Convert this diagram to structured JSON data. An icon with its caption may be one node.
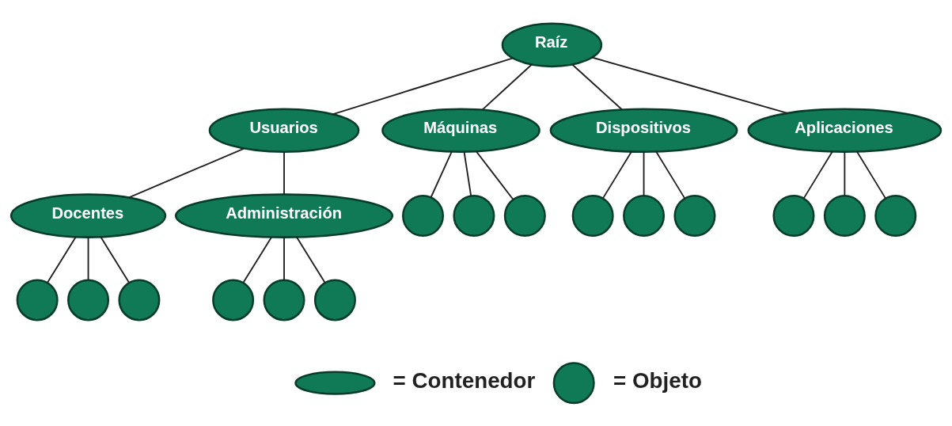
{
  "diagram": {
    "nodes": [
      {
        "text": [
          "Raíz"
        ]
      },
      {
        "text": [
          "Usuarios"
        ]
      },
      {
        "text": [
          "Máquinas"
        ]
      },
      {
        "text": [
          "Dispositivos"
        ]
      },
      {
        "text": [
          "Aplicaciones"
        ]
      },
      {
        "text": [],
        "shape": "circle"
      },
      {
        "text": [],
        "shape": "circle"
      },
      {
        "text": [],
        "shape": "circle"
      },
      {
        "text": [],
        "shape": "circle"
      },
      {
        "text": [],
        "shape": "circle"
      },
      {
        "text": [],
        "shape": "circle"
      },
      {
        "text": [],
        "shape": "circle"
      },
      {
        "text": [],
        "shape": "circle"
      },
      {
        "text": [],
        "shape": "circle"
      },
      {
        "text": [
          "Docentes"
        ]
      },
      {
        "text": [
          "Administración"
        ]
      },
      {
        "text": [],
        "shape": "circle"
      },
      {
        "text": [],
        "shape": "circle"
      },
      {
        "text": [],
        "shape": "circle"
      },
      {
        "text": [],
        "shape": "circle"
      },
      {
        "text": [],
        "shape": "circle"
      },
      {
        "text": [],
        "shape": "circle"
      },
      {
        "text": [],
        "shape": "ellipse"
      },
      {
        "text": [],
        "shape": "circle"
      }
    ],
    "edges": [
      {
        "from": 0,
        "to": 1,
        "arrow": "none"
      },
      {
        "from": 0,
        "to": 2,
        "arrow": "none"
      },
      {
        "from": 0,
        "to": 3,
        "arrow": "none"
      },
      {
        "from": 0,
        "to": 4,
        "arrow": "none"
      },
      {
        "from": 1,
        "to": 14,
        "arrow": "none"
      },
      {
        "from": 1,
        "to": 15,
        "arrow": "none"
      },
      {
        "from": 2,
        "to": 5,
        "arrow": "none"
      },
      {
        "from": 2,
        "to": 6,
        "arrow": "none"
      },
      {
        "from": 2,
        "to": 7,
        "arrow": "none"
      },
      {
        "from": 3,
        "to": 8,
        "arrow": "none"
      },
      {
        "from": 3,
        "to": 9,
        "arrow": "none"
      },
      {
        "from": 3,
        "to": 10,
        "arrow": "none"
      },
      {
        "from": 4,
        "to": 11,
        "arrow": "none"
      },
      {
        "from": 4,
        "to": 12,
        "arrow": "none"
      },
      {
        "from": 4,
        "to": 13,
        "arrow": "none"
      },
      {
        "from": 14,
        "to": 16,
        "arrow": "none"
      },
      {
        "from": 14,
        "to": 17,
        "arrow": "none"
      },
      {
        "from": 14,
        "to": 18,
        "arrow": "none"
      },
      {
        "from": 15,
        "to": 19,
        "arrow": "none"
      },
      {
        "from": 15,
        "to": 20,
        "arrow": "none"
      },
      {
        "from": 15,
        "to": 21,
        "arrow": "none"
      }
    ],
    "legend": [
      {
        "text": "= Contenedor"
      },
      {
        "text": "= Objeto"
      }
    ]
  }
}
